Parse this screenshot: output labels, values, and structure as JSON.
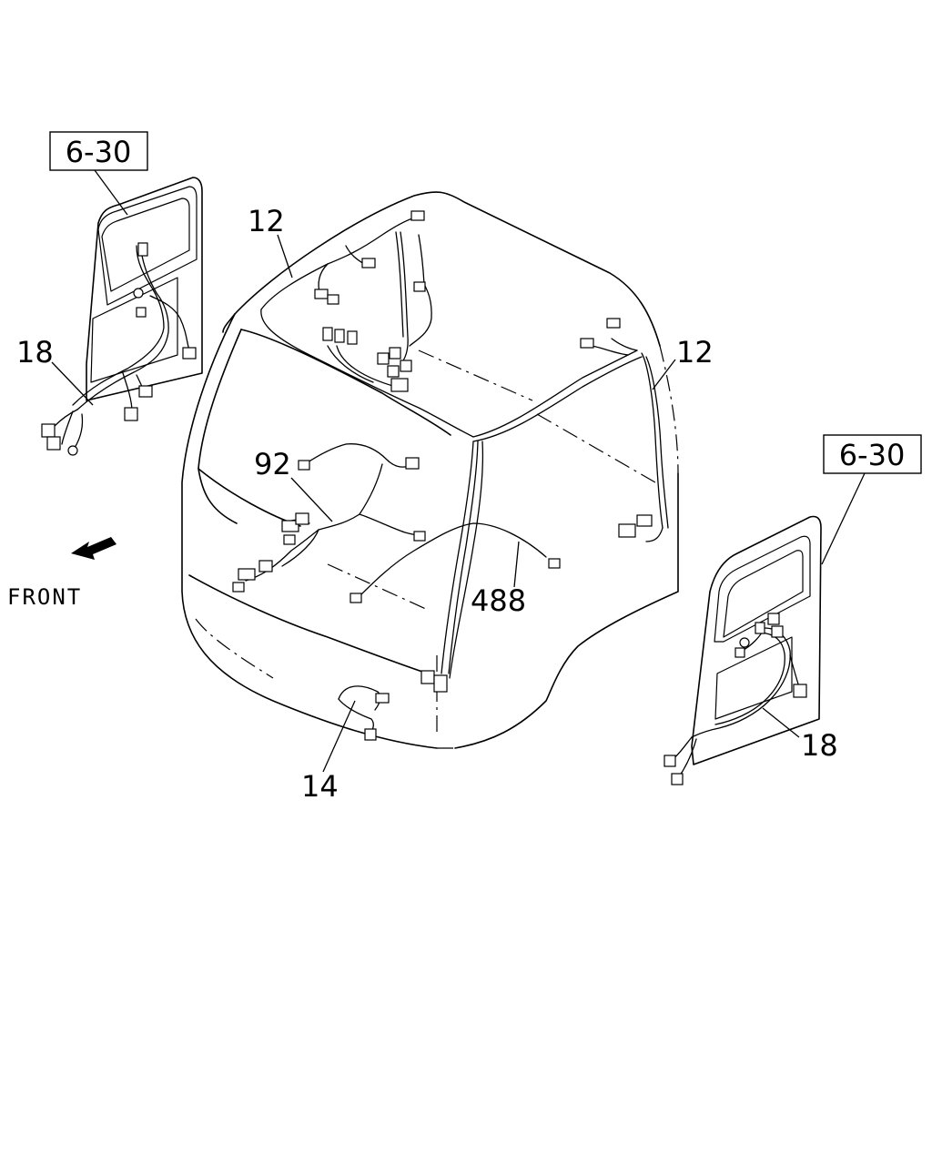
{
  "reference_boxes": [
    {
      "label": "6-30"
    },
    {
      "label": "6-30"
    }
  ],
  "callouts": [
    {
      "number": "12"
    },
    {
      "number": "12"
    },
    {
      "number": "18"
    },
    {
      "number": "18"
    },
    {
      "number": "92"
    },
    {
      "number": "488"
    },
    {
      "number": "14"
    }
  ],
  "direction_label": "FRONT"
}
